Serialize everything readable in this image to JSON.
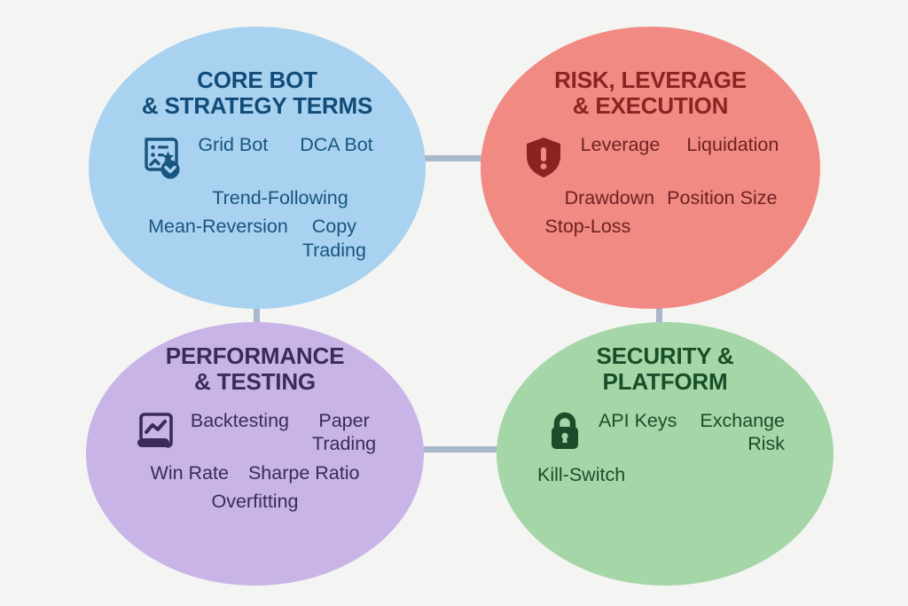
{
  "background_color": "#f4f4f3",
  "connector_color": "#a9b8cb",
  "diagram": {
    "type": "mind-map",
    "nodes": [
      {
        "id": "core-bot",
        "title": "CORE BOT\n& STRATEGY TERMS",
        "title_line1": "CORE BOT",
        "title_line2": "& STRATEGY TERMS",
        "icon": "grid-bot-icon",
        "fill": "#a8d2f0",
        "title_color": "#114b78",
        "text_color": "#19557f",
        "terms": [
          "Grid Bot",
          "DCA Bot",
          "Trend-Following",
          "Mean-Reversion",
          "Copy Trading"
        ]
      },
      {
        "id": "risk",
        "title": "RISK, LEVERAGE\n& EXECUTION",
        "title_line1": "RISK, LEVERAGE",
        "title_line2": "& EXECUTION",
        "icon": "shield-alert-icon",
        "fill": "#f08a83",
        "title_color": "#8c2320",
        "text_color": "#6e2220",
        "terms": [
          "Leverage",
          "Liquidation",
          "Drawdown",
          "Position Size",
          "Stop-Loss"
        ]
      },
      {
        "id": "performance",
        "title": "PERFORMANCE\n& TESTING",
        "title_line1": "PERFORMANCE",
        "title_line2": "& TESTING",
        "icon": "line-chart-icon",
        "fill": "#c9b4e8",
        "title_color": "#3b2a5c",
        "text_color": "#3b2a5c",
        "terms": [
          "Backtesting",
          "Paper Trading",
          "Win Rate",
          "Sharpe Ratio",
          "Overfitting"
        ]
      },
      {
        "id": "security",
        "title": "SECURITY &\nPLATFORM",
        "title_line1": "SECURITY &",
        "title_line2": "PLATFORM",
        "icon": "lock-icon",
        "fill": "#a5d6a7",
        "title_color": "#184f28",
        "text_color": "#1b4d2b",
        "terms": [
          "API Keys",
          "Exchange Risk",
          "Kill-Switch"
        ]
      }
    ],
    "connectors": [
      {
        "from": "core-bot",
        "to": "risk",
        "orientation": "horizontal"
      },
      {
        "from": "performance",
        "to": "security",
        "orientation": "horizontal"
      },
      {
        "from": "core-bot",
        "to": "performance",
        "orientation": "vertical"
      },
      {
        "from": "risk",
        "to": "security",
        "orientation": "vertical"
      }
    ]
  },
  "core": {
    "title_line1": "CORE BOT",
    "title_line2": "& STRATEGY TERMS",
    "t1": "Grid Bot",
    "t2": "DCA Bot",
    "t3": "Trend-Following",
    "t4": "Mean-Reversion",
    "t5a": "Copy",
    "t5b": "Trading"
  },
  "risk": {
    "title_line1": "RISK, LEVERAGE",
    "title_line2": "& EXECUTION",
    "t1": "Leverage",
    "t2": "Liquidation",
    "t3": "Drawdown",
    "t4": "Position Size",
    "t5": "Stop-Loss"
  },
  "perf": {
    "title_line1": "PERFORMANCE",
    "title_line2": "& TESTING",
    "t1": "Backtesting",
    "t2a": "Paper",
    "t2b": "Trading",
    "t3": "Win Rate",
    "t4": "Sharpe Ratio",
    "t5": "Overfitting"
  },
  "sec": {
    "title_line1": "SECURITY &",
    "title_line2": "PLATFORM",
    "t1": "API Keys",
    "t2a": "Exchange",
    "t2b": "Risk",
    "t3": "Kill-Switch"
  }
}
